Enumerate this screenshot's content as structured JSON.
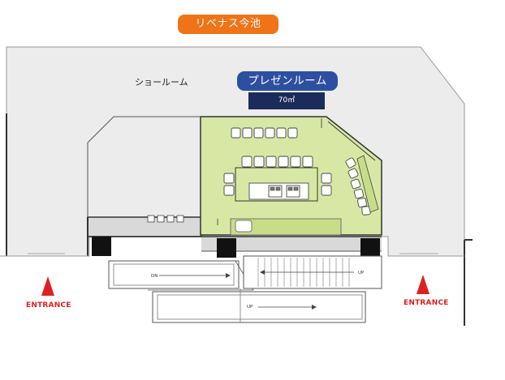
{
  "badges": {
    "top": "リベナス今池",
    "presentation": "プレゼンルーム",
    "area": "70㎡"
  },
  "labels": {
    "showroom": "ショールーム",
    "entrance_left": "ENTRANCE",
    "entrance_right": "ENTRANCE",
    "stair_down": "DN",
    "stair_up_1": "UP",
    "stair_up_2": "UP"
  },
  "colors": {
    "badge_orange": "#f07318",
    "badge_blue": "#2c4fa0",
    "area_navy": "#1b2b5a",
    "room_green": "#d8e8a4",
    "floor_gray": "#ececec",
    "entrance_red": "#e02020"
  }
}
